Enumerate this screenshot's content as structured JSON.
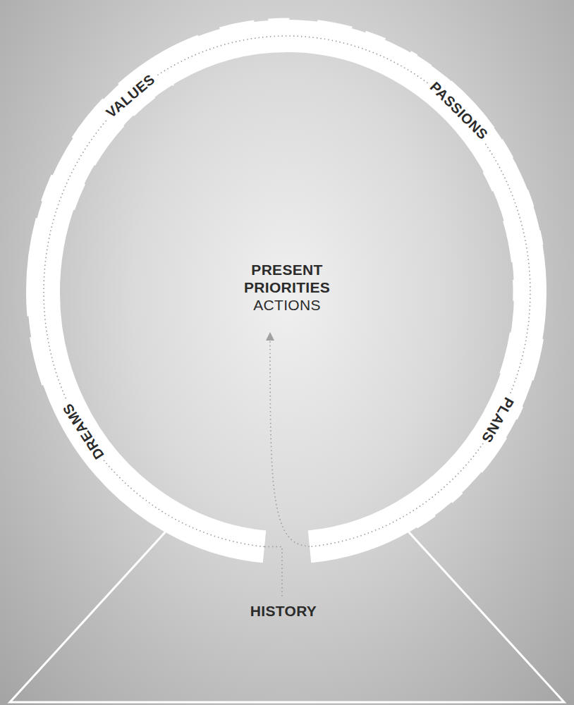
{
  "diagram": {
    "nodes": [
      {
        "text": [
          "VALUES",
          "PASSIONS",
          "PLANS",
          "DREAMS"
        ]
      }
    ],
    "labels": [
      "PRESENT",
      "PRIORITIES",
      "ACTIONS",
      "HISTORY"
    ]
  }
}
